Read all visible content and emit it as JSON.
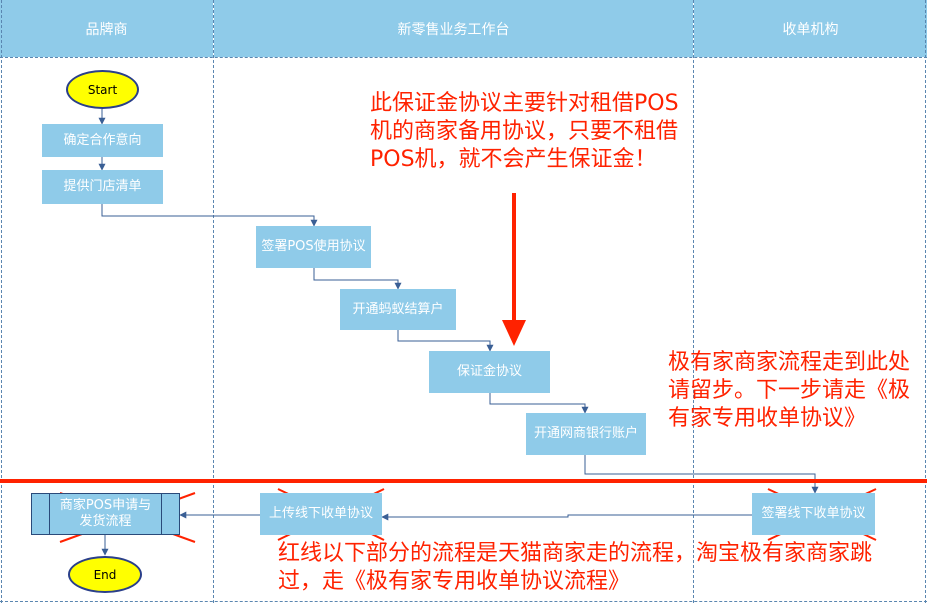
{
  "lanes": [
    {
      "name": "品牌商"
    },
    {
      "name": "新零售业务工作台"
    },
    {
      "name": "收单机构"
    }
  ],
  "nodes": {
    "start": "Start",
    "confirm": "确定合作意向",
    "store_list": "提供门店清单",
    "sign_pos": "签署POS使用协议",
    "ant_settle": "开通蚂蚁结算户",
    "deposit": "保证金协议",
    "bank_account": "开通网商银行账户",
    "sign_offline": "签署线下收单协议",
    "upload_offline": "上传线下收单协议",
    "pos_apply": "商家POS申请与发货流程",
    "end": "End"
  },
  "notes": {
    "deposit_note": "此保证金协议主要针对租借POS机的商家备用协议，只要不租借POS机，就不会产生保证金！",
    "stop_note": "极有家商家流程走到此处请留步。下一步请走《极有家专用收单协议》",
    "bottom_note": "红线以下部分的流程是天猫商家走的流程，淘宝极有家商家跳过，走《极有家专用收单协议流程》"
  },
  "colors": {
    "box_fill": "#8fcbe9",
    "note_red": "#ff2200",
    "connector": "#3a5f95",
    "oval_fill": "#ffff00"
  }
}
